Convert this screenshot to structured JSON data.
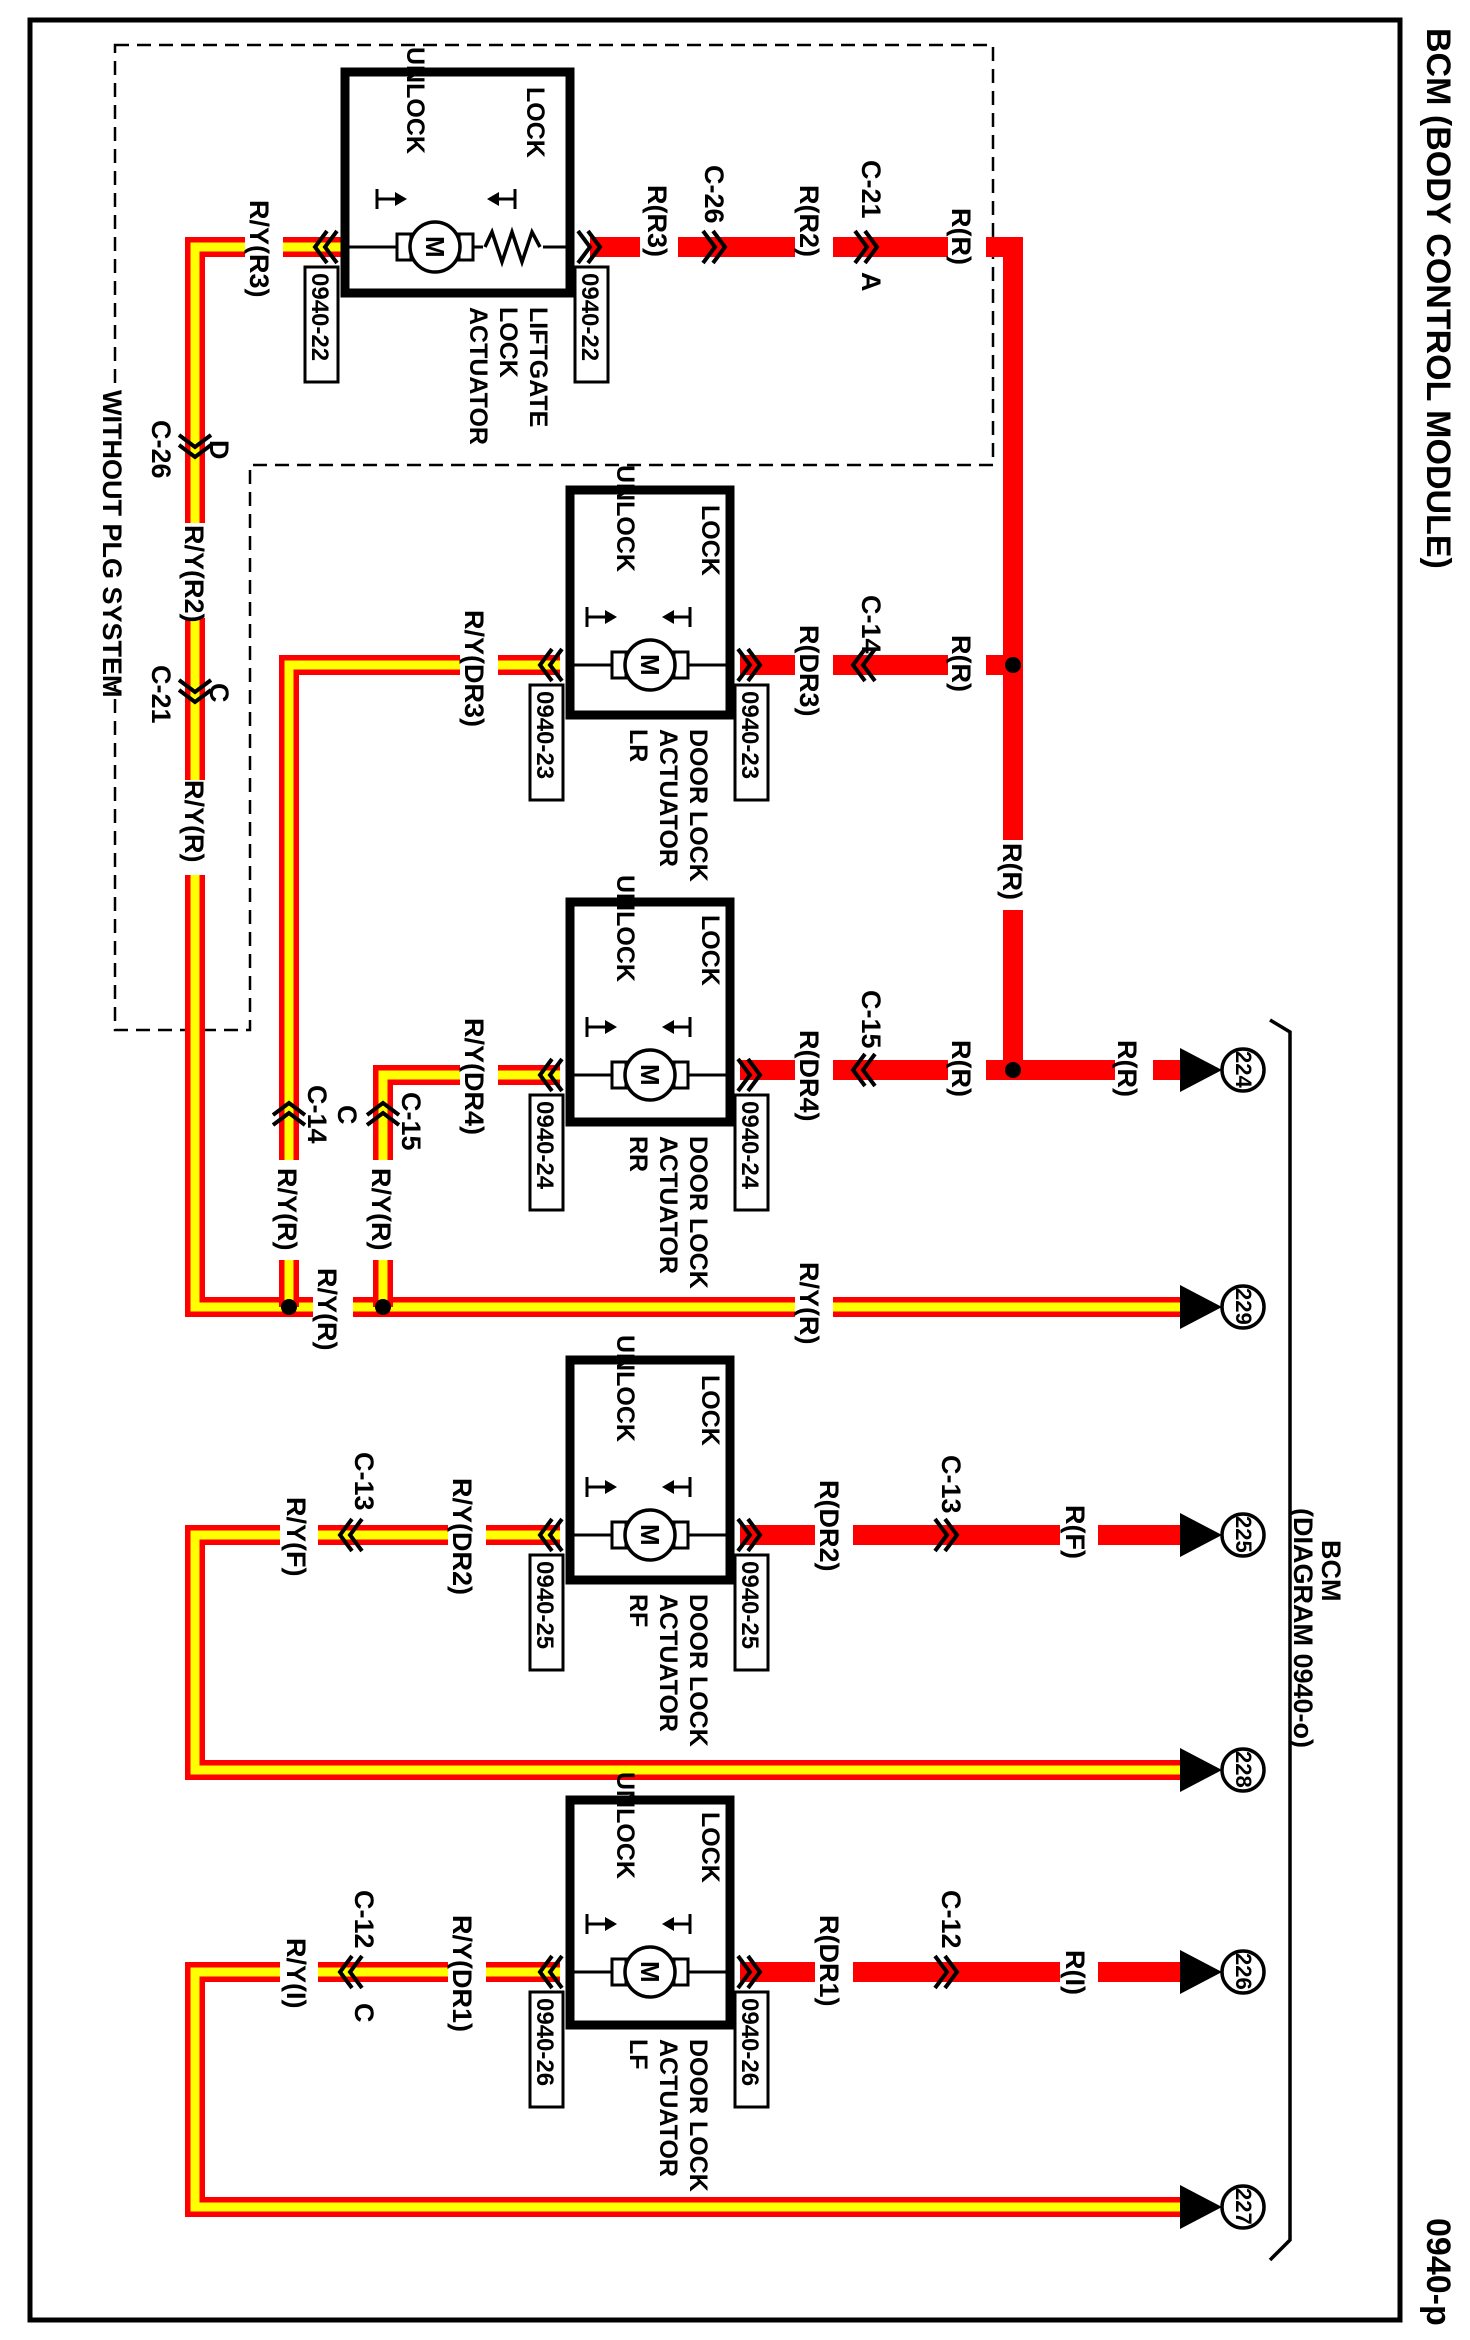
{
  "title": "BCM (BODY CONTROL MODULE)",
  "page_id": "0940-p",
  "colors": {
    "power_wire": "#ff0000",
    "tracer": "#ffff00",
    "ink": "#000000"
  },
  "bcm": {
    "name": "BCM",
    "ref": "(DIAGRAM 0940-o)"
  },
  "pins": [
    "224",
    "229",
    "225",
    "228",
    "226",
    "227"
  ],
  "option_box_label": "WITHOUT PLG SYSTEM",
  "actuators": [
    {
      "name_lines": [
        "LIFTGATE",
        "LOCK",
        "ACTUATOR"
      ],
      "ref": "0940-22",
      "lock": "LOCK",
      "unlock": "UNLOCK",
      "motor": "M"
    },
    {
      "name_lines": [
        "DOOR LOCK",
        "ACTUATOR",
        "LR"
      ],
      "ref": "0940-23",
      "lock": "LOCK",
      "unlock": "UNLOCK",
      "motor": "M"
    },
    {
      "name_lines": [
        "DOOR LOCK",
        "ACTUATOR",
        "RR"
      ],
      "ref": "0940-24",
      "lock": "LOCK",
      "unlock": "UNLOCK",
      "motor": "M"
    },
    {
      "name_lines": [
        "DOOR LOCK",
        "ACTUATOR",
        "RF"
      ],
      "ref": "0940-25",
      "lock": "LOCK",
      "unlock": "UNLOCK",
      "motor": "M"
    },
    {
      "name_lines": [
        "DOOR LOCK",
        "ACTUATOR",
        "LF"
      ],
      "ref": "0940-26",
      "lock": "LOCK",
      "unlock": "UNLOCK",
      "motor": "M"
    }
  ],
  "wires": {
    "lg_r_r": "R(R)",
    "lg_r_r2": "R(R2)",
    "lg_r_r3": "R(R3)",
    "lg_ry_r3": "R/Y(R3)",
    "left_ry_r2": "R/Y(R2)",
    "left_ry_r": "R/Y(R)",
    "trunk_r_r": "R(R)",
    "lr_r_r": "R(R)",
    "lr_r_dr3": "R(DR3)",
    "lr_ry_dr3": "R/Y(DR3)",
    "rr_r_r_bcm": "R(R)",
    "rr_r_r": "R(R)",
    "rr_r_dr4": "R(DR4)",
    "rr_ry_dr4": "R/Y(DR4)",
    "v2_ry_r": "R/Y(R)",
    "v3_ry_r": "R/Y(R)",
    "junction_ry_r": "R/Y(R)",
    "bcm229_ry_r": "R/Y(R)",
    "rf_r_f": "R(F)",
    "rf_r_dr2": "R(DR2)",
    "rf_ry_dr2": "R/Y(DR2)",
    "rf_ry_f": "R/Y(F)",
    "lf_r_i": "R(I)",
    "lf_r_dr1": "R(DR1)",
    "lf_ry_dr1": "R/Y(DR1)",
    "lf_ry_i": "R/Y(I)"
  },
  "connectors": {
    "c21_a": {
      "name": "C-21",
      "pin": "A"
    },
    "c26_lg": {
      "name": "C-26",
      "pin": ""
    },
    "c26_d": {
      "name": "C-26",
      "pin": "D"
    },
    "c21_c": {
      "name": "C-21",
      "pin": "C"
    },
    "c14_r": {
      "name": "C-14",
      "pin": ""
    },
    "c15_r": {
      "name": "C-15",
      "pin": ""
    },
    "c14_c": {
      "name": "C-14",
      "pin": "C"
    },
    "c15_l": {
      "name": "C-15",
      "pin": ""
    },
    "c13_r": {
      "name": "C-13",
      "pin": ""
    },
    "c13_l": {
      "name": "C-13",
      "pin": ""
    },
    "c12_r": {
      "name": "C-12",
      "pin": ""
    },
    "c12_l": {
      "name": "C-12",
      "pin": "C"
    }
  }
}
